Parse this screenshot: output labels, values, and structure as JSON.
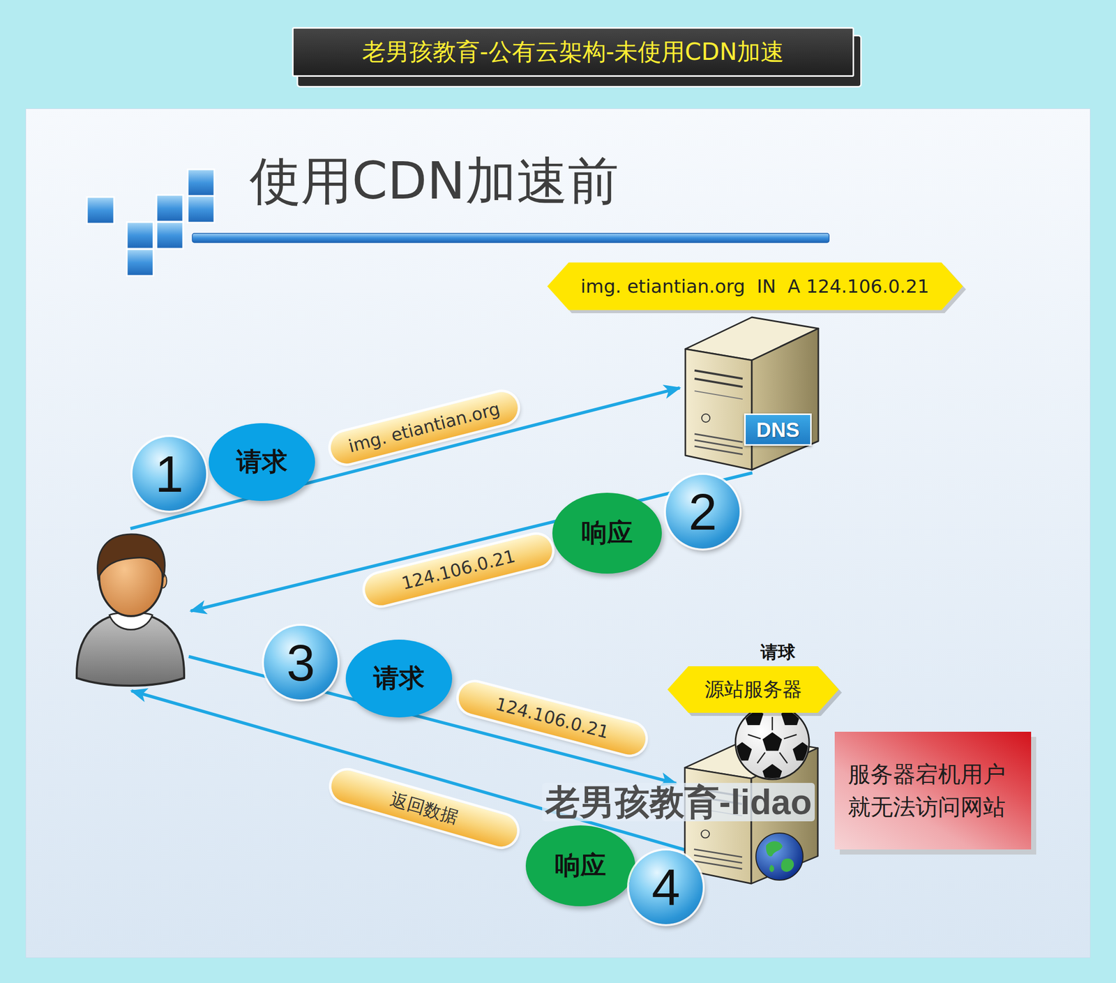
{
  "diagram": {
    "title": "老男孩教育-公有云架构-未使用CDN加速",
    "nodes": [
      {
        "text": [
          "使用CDN加速前"
        ]
      },
      {
        "text": [
          "img. etiantian.org  IN  A 124.106.0.21"
        ],
        "in": 0
      },
      {
        "text": [
          "DNS"
        ],
        "in": 0
      },
      {
        "text": [
          "1"
        ],
        "in": 0
      },
      {
        "text": [
          "请求"
        ],
        "in": 0
      },
      {
        "text": [
          "img. etiantian.org"
        ],
        "in": 0
      },
      {
        "text": [
          "2"
        ],
        "in": 0
      },
      {
        "text": [
          "响应"
        ],
        "in": 0
      },
      {
        "text": [
          "124.106.0.21"
        ],
        "in": 0
      },
      {
        "text": [
          "3"
        ],
        "in": 0
      },
      {
        "text": [
          "请求"
        ],
        "in": 0
      },
      {
        "text": [
          "124.106.0.21"
        ],
        "in": 0
      },
      {
        "text": [
          "源站服务器"
        ],
        "in": 0
      },
      {
        "text": [
          "服务器宕机用户 就无法访问网站"
        ],
        "in": 0
      },
      {
        "text": [
          "返回数据"
        ],
        "in": 0
      },
      {
        "text": [
          "响应"
        ],
        "in": 0
      },
      {
        "text": [
          "4"
        ],
        "in": 0
      }
    ],
    "labels": [
      "请球",
      "老男孩教育-lidao"
    ]
  }
}
